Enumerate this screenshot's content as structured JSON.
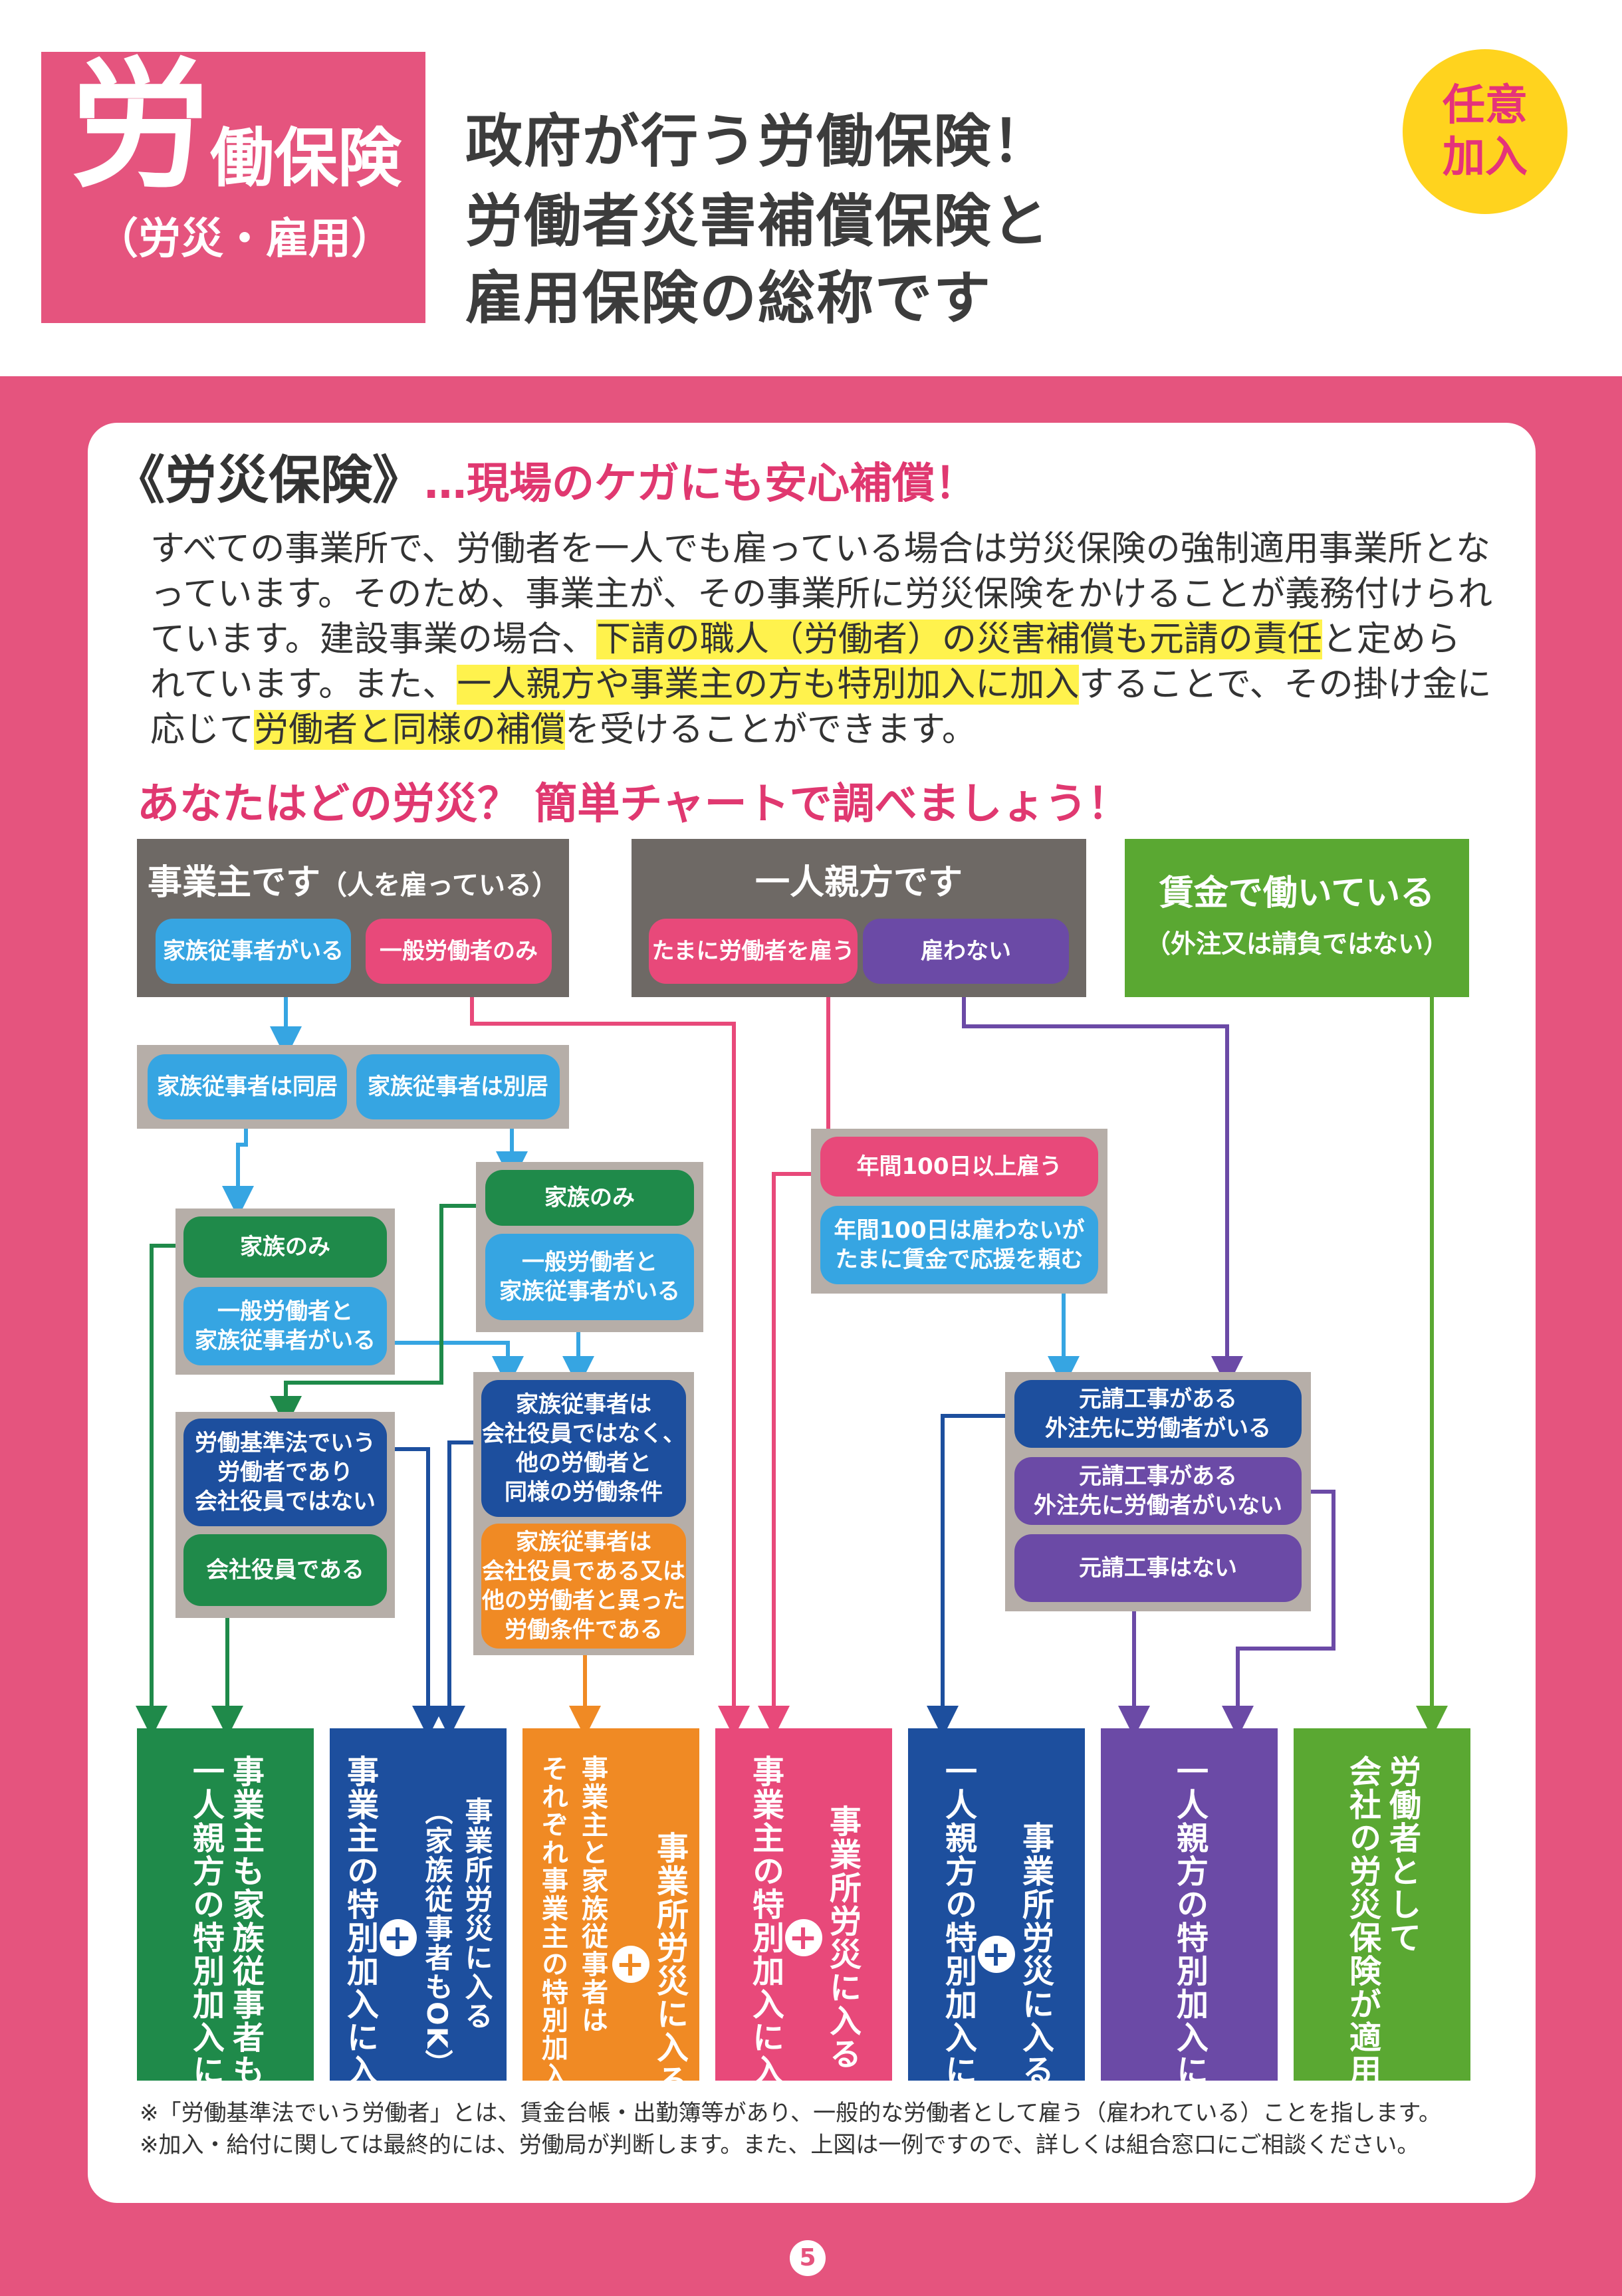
{
  "header": {
    "badge_big": "労",
    "badge_rest": "働保険",
    "badge_sub": "（労災・雇用）",
    "lines": [
      "政府が行う労働保険！",
      "労働者災害補償保険と",
      "雇用保険の総称です"
    ],
    "nini_1": "任意",
    "nini_2": "加入"
  },
  "section": {
    "title": "《労災保険》",
    "subtitle": "…現場のケガにも安心補償！",
    "para1": "すべての事業所で、労働者を一人でも雇っている場合は労災保険の強制適用事業所となっています。そのため、事業主が、その事業所に労災保険をかけることが義務付けられています。建設事業の場合、",
    "hl1": "下請の職人（労働者）の災害補償も元請の責任",
    "para2": "と定められています。また、",
    "hl2": "一人親方や事業主の方も特別加入に加入",
    "para3": "することで、その掛け金に応じて",
    "hl3": "労働者と同様の補償",
    "para4": "を受けることができます。"
  },
  "chart": {
    "title": "あなたはどの労災？ 簡単チャートで調べましょう！",
    "top": {
      "employer": "事業主です",
      "employer_sub": "（人を雇っている）",
      "family_exists": "家族従事者がいる",
      "general_only": "一般労働者のみ",
      "oyakata": "一人親方です",
      "sometimes_hire": "たまに労働者を雇う",
      "no_hire": "雇わない",
      "wage_1": "賃金で働いている",
      "wage_2": "（外注又は請負ではない）"
    },
    "mid": {
      "cohabit": "家族従事者は同居",
      "separate": "家族従事者は別居",
      "family_only_right": "家族のみ",
      "general_family_right": "一般労働者と\n家族従事者がいる",
      "family_only_left": "家族のみ",
      "general_family_left": "一般労働者と\n家族従事者がいる",
      "over100": "年間100日以上雇う",
      "under100": "年間100日は雇わないが\nたまに賃金で応援を頼む",
      "labor_std": "労働基準法でいう\n労働者であり\n会社役員ではない",
      "officer": "会社役員である",
      "not_officer": "家族従事者は\n会社役員ではなく、\n他の労働者と\n同様の労働条件",
      "is_officer": "家族従事者は\n会社役員である又は\n他の労働者と異った\n労働条件である",
      "prime_with": "元請工事がある\n外注先に労働者がいる",
      "prime_without": "元請工事がある\n外注先に労働者がいない",
      "no_prime": "元請工事はない"
    },
    "results": {
      "r1": "事業主も家族従事者も\n一人親方の特別加入に入る",
      "r2a": "事業所労災に入る\n（家族従事者もOK）",
      "r2b": "事業主の特別加入に入る",
      "r3a": "事業所労災に入る",
      "r3b": "事業主と家族従事者は\nそれぞれ事業主の特別加入に入る",
      "r4a": "事業所労災に入る",
      "r4b": "事業主の特別加入に入る",
      "r5a": "事業所労災に入る",
      "r5b": "一人親方の特別加入に入る",
      "r6": "一人親方の特別加入に入る",
      "r7": "労働者として\n会社の労災保険が適用",
      "plus": "+"
    }
  },
  "notes": {
    "n1": "※「労働基準法でいう労働者」とは、賃金台帳・出勤簿等があり、一般的な労働者として雇う（雇われている）ことを指します。",
    "n2": "※加入・給付に関しては最終的には、労働局が判断します。また、上図は一例ですので、詳しくは組合窓口にご相談ください。"
  },
  "page_number": "5"
}
